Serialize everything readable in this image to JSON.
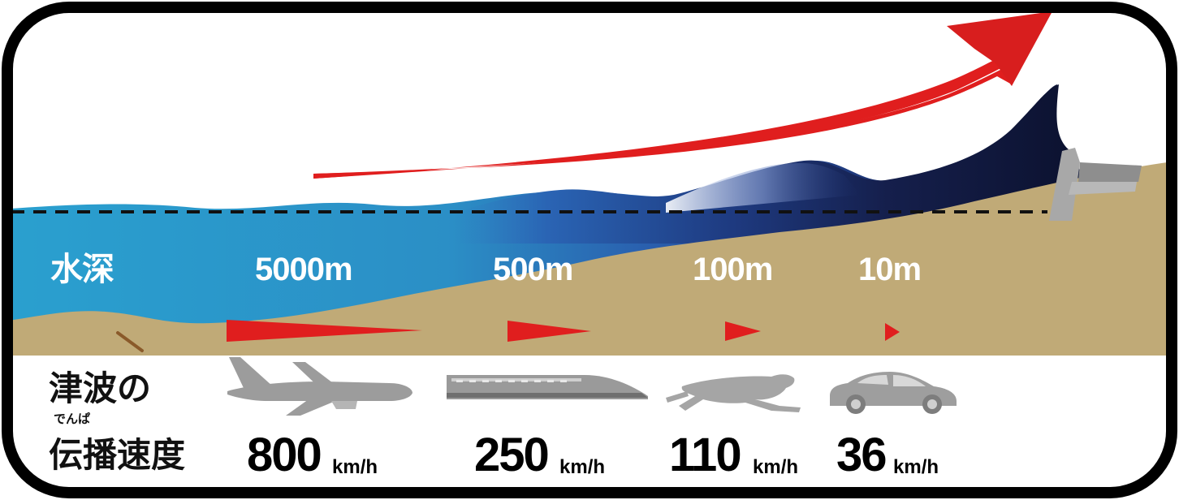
{
  "depth_title": "水深",
  "depths": [
    "5000m",
    "500m",
    "100m",
    "10m"
  ],
  "speed_title_line1": "津波の",
  "speed_title_ruby": "でんぱ",
  "speed_title_line2": "伝播速度",
  "speeds": [
    {
      "value": "800",
      "unit": "km/h",
      "vehicle": "airplane-icon"
    },
    {
      "value": "250",
      "unit": "km/h",
      "vehicle": "bullet-train-icon"
    },
    {
      "value": "110",
      "unit": "km/h",
      "vehicle": "cheetah-icon"
    },
    {
      "value": "36",
      "unit": "km/h",
      "vehicle": "car-icon"
    }
  ],
  "colors": {
    "sea_light": "#2e9ccc",
    "sea_deep": "#111a3a",
    "sand": "#c0aa77",
    "arrow_red": "#e01e1e",
    "vehicle_gray": "#9c9c9c",
    "frame": "#000000"
  }
}
